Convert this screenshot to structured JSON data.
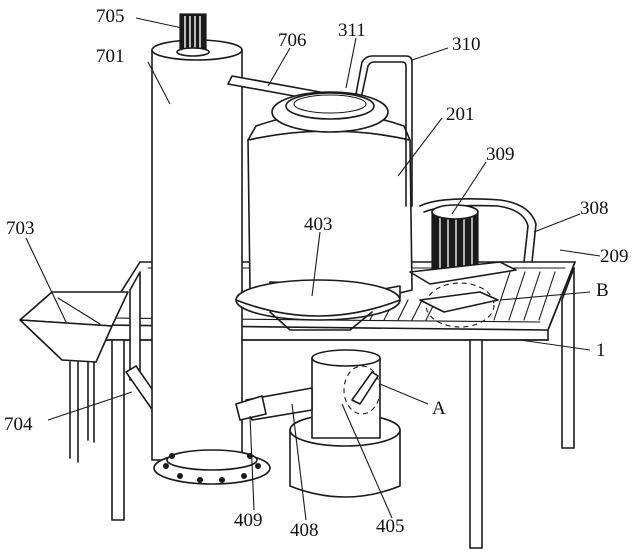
{
  "labels": {
    "l705": "705",
    "l701": "701",
    "l706": "706",
    "l311": "311",
    "l310": "310",
    "l201": "201",
    "l309": "309",
    "l308": "308",
    "l209": "209",
    "l403": "403",
    "l703": "703",
    "lB": "B",
    "l1": "1",
    "l704": "704",
    "lA": "A",
    "l409": "409",
    "l408": "408",
    "l405": "405"
  }
}
